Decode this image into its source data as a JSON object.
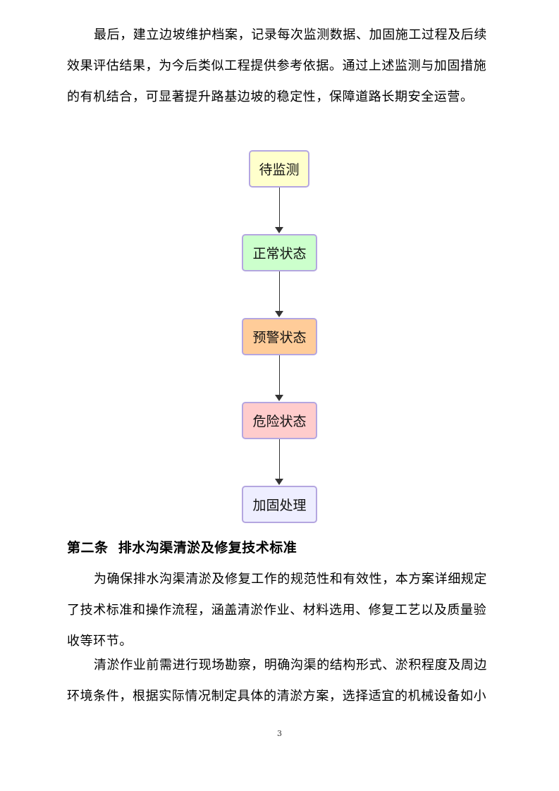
{
  "intro_paragraph": {
    "lines": [
      "最后，建立边坡维护档案，记录每次监测数据、加固施工过程及后续",
      "效果评估结果，为今后类似工程提供参考依据。通过上述监测与加固措施",
      "的有机结合，可显著提升路基边坡的稳定性，保障道路长期安全运营。"
    ]
  },
  "flowchart": {
    "nodes": [
      {
        "label": "待监测",
        "fill": "#ffffcc"
      },
      {
        "label": "正常状态",
        "fill": "#ccffcc"
      },
      {
        "label": "预警状态",
        "fill": "#ffcc99"
      },
      {
        "label": "危险状态",
        "fill": "#ffcccc"
      },
      {
        "label": "加固处理",
        "fill": "#eeeeff"
      }
    ],
    "border_color": "#b4a6e0",
    "edge_color": "#333333"
  },
  "section": {
    "heading": "第二条  排水沟渠清淤及修复技术标准",
    "paragraph1": {
      "lines": [
        "为确保排水沟渠清淤及修复工作的规范性和有效性，本方案详细规定",
        "了技术标准和操作流程，涵盖清淤作业、材料选用、修复工艺以及质量验",
        "收等环节。"
      ]
    },
    "paragraph2": {
      "lines": [
        "清淤作业前需进行现场勘察，明确沟渠的结构形式、淤积程度及周边",
        "环境条件，根据实际情况制定具体的清淤方案，选择适宜的机械设备如小"
      ]
    }
  },
  "page_number": "3"
}
